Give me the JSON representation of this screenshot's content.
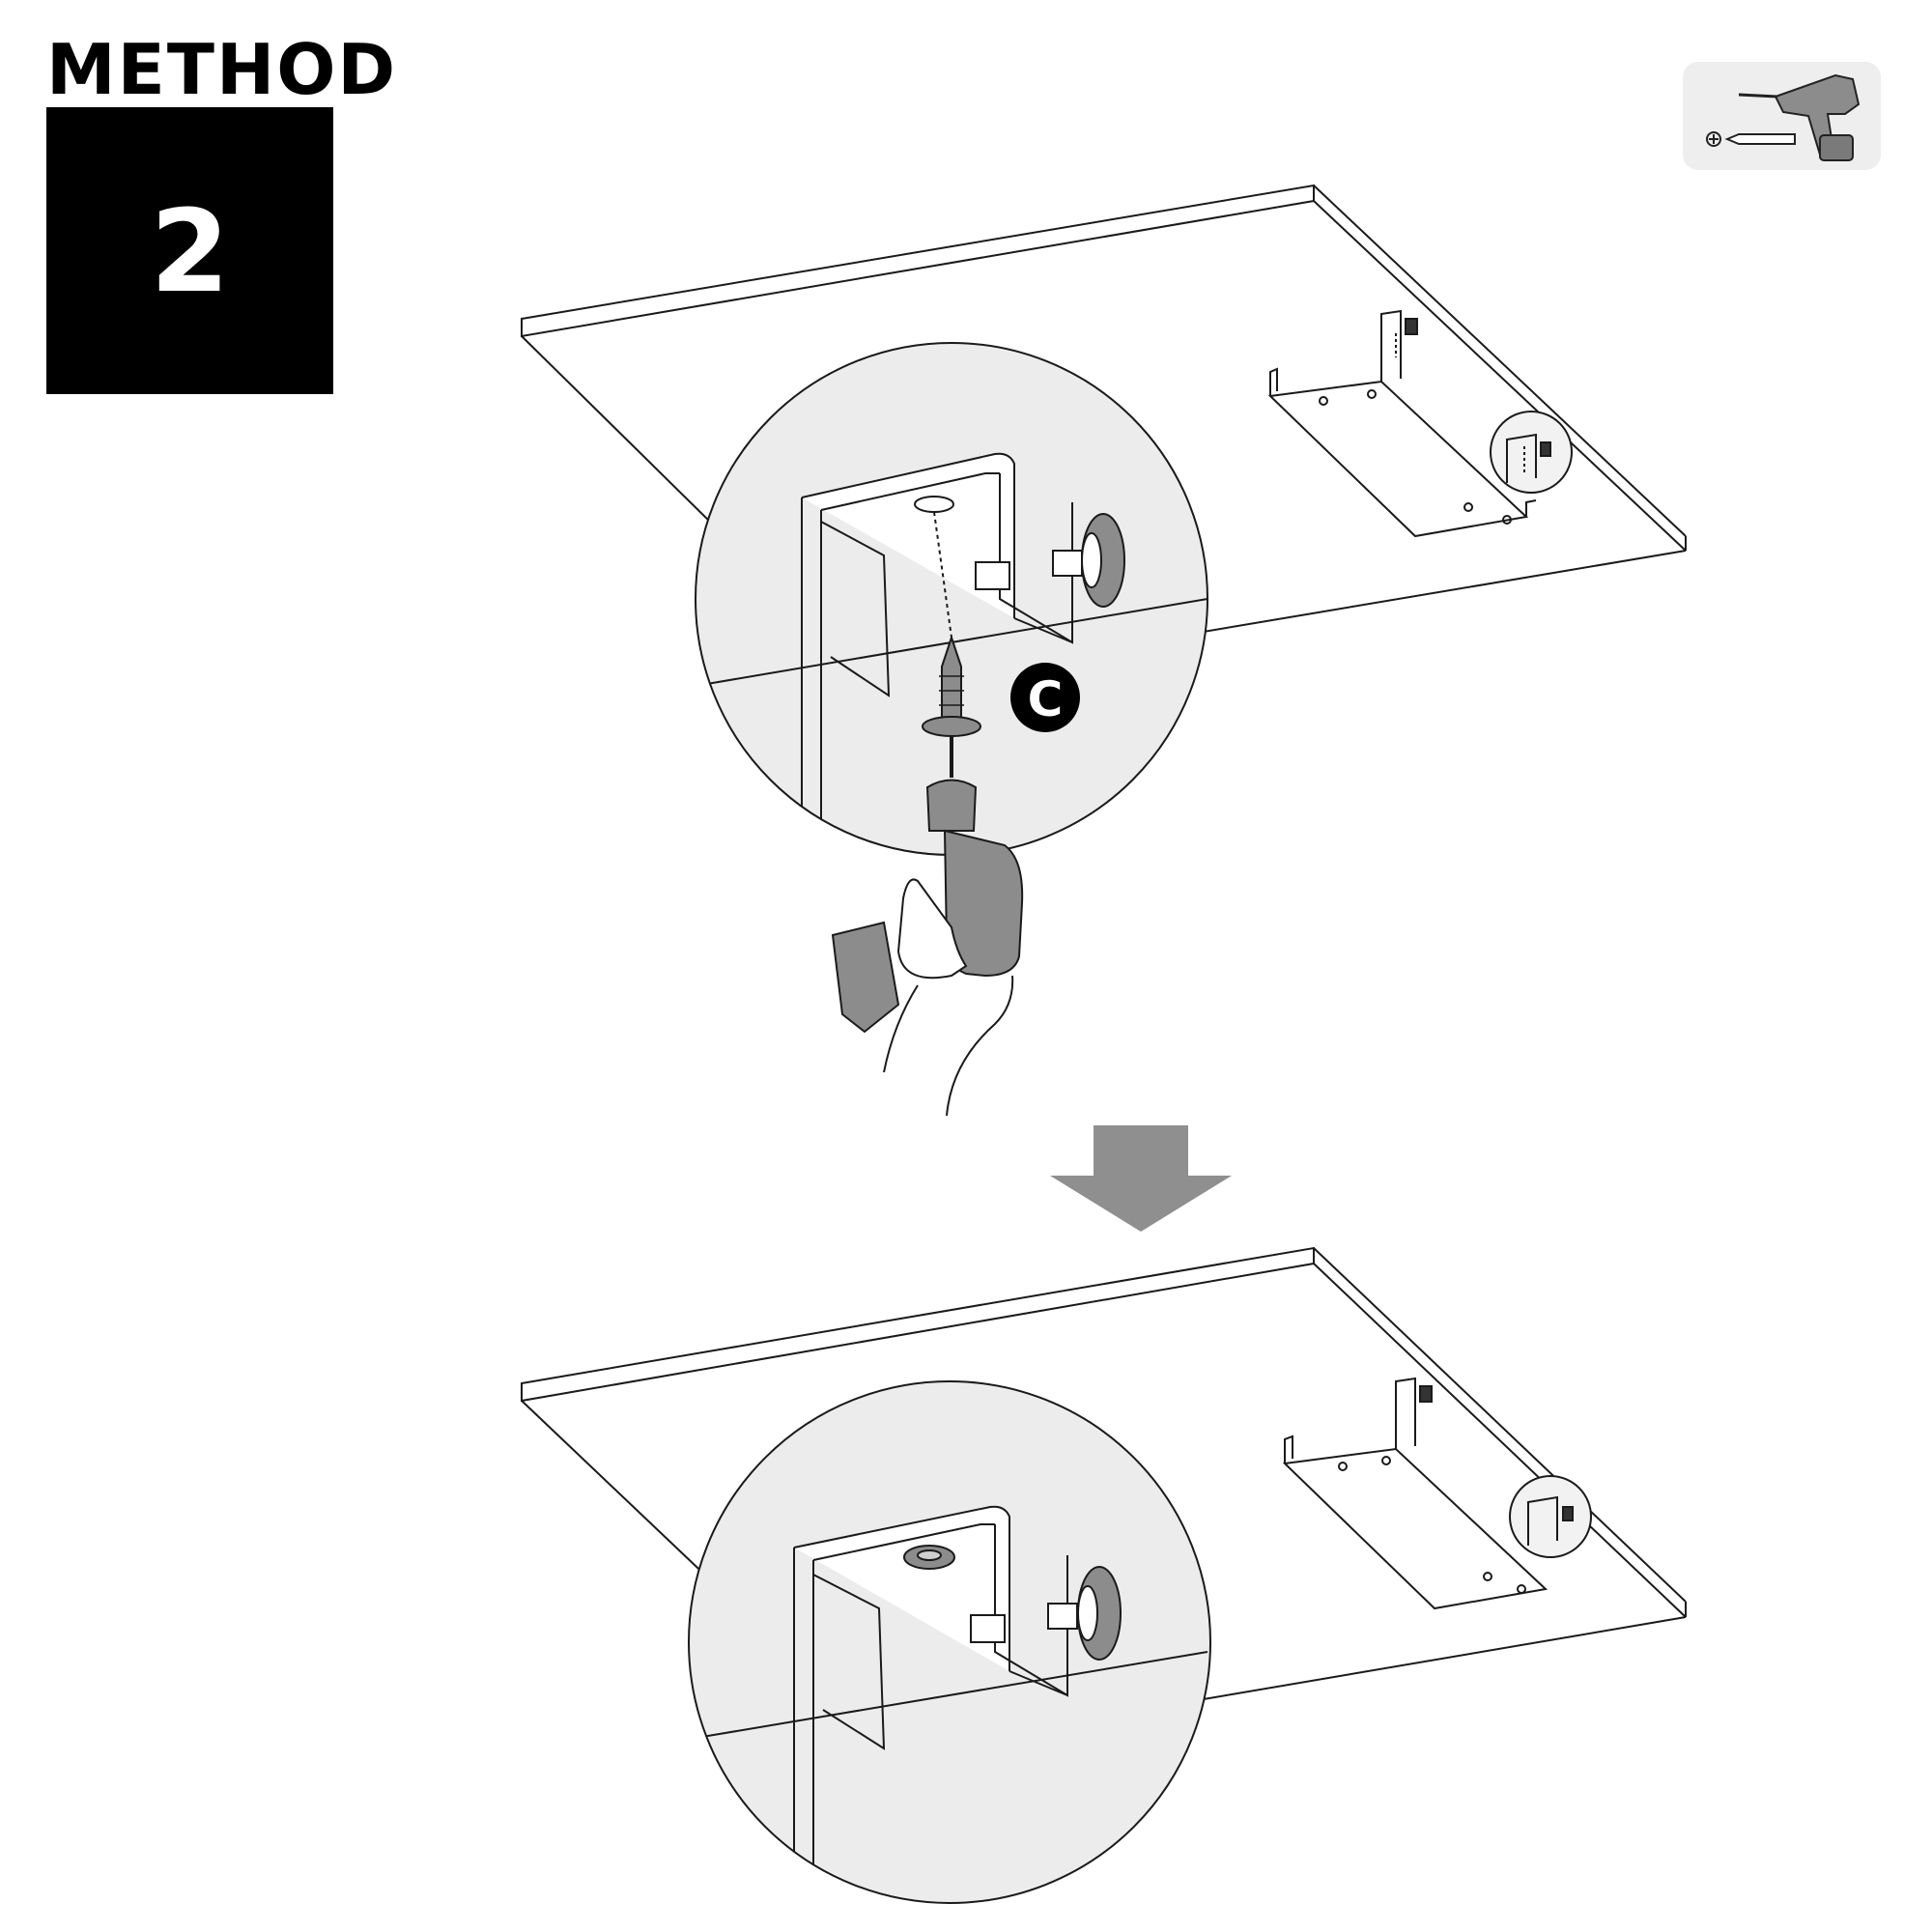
{
  "header": {
    "title": "METHOD",
    "step": "2"
  },
  "callout": {
    "label": "C"
  },
  "tools": {
    "icons": [
      "cordless-drill-icon",
      "phillips-screwdriver-icon"
    ]
  },
  "colors": {
    "ink": "#1a1a1a",
    "detail_fill": "#ececec",
    "tool_grey": "#8c8c8c",
    "arrow_grey": "#8f8f8f",
    "badge_fill": "#000000"
  }
}
